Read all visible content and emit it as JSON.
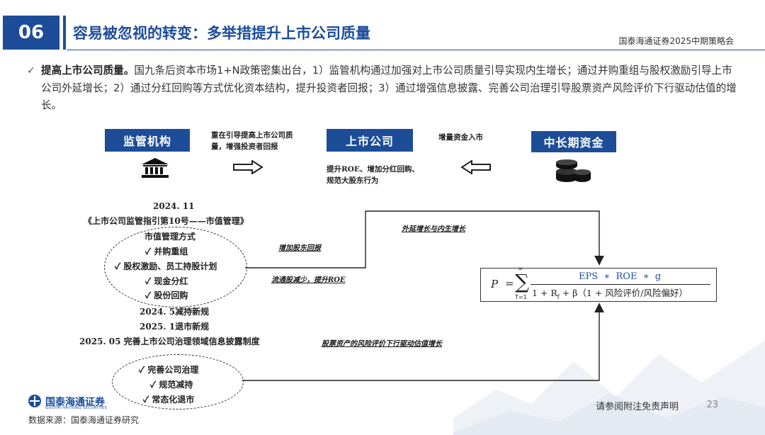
{
  "header": {
    "section_number": "06",
    "title": "容易被忽视的转变：多举措提升上市公司质量",
    "meeting": "国泰海通证券2025中期策略会"
  },
  "bullet": {
    "lead": "提高上市公司质量。",
    "text": "国九条后资本市场1+N政策密集出台，1）监管机构通过加强对上市公司质量引导实现内生增长；通过并购重组与股权激励引导上市公司外延增长；2）通过分红回购等方式优化资本结构，提升投资者回报；3）通过增强信息披露、完善公司治理引导股票资产风险评价下行驱动估值的增长。"
  },
  "diagram": {
    "box_regulator": "监管机构",
    "box_company": "上市公司",
    "box_capital": "中长期资金",
    "reg_to_company_note": "重在引导提高上市公司质量，增强投资者回报",
    "capital_to_company_note": "增量资金入市",
    "company_note": "提升ROE、增加分红回购、规范大股东行为",
    "date_2024_11": "2024. 11",
    "guideline": "《上市公司监管指引第10号——市值管理》",
    "mv_title": "市值管理方式",
    "mv_items": [
      "并购重组",
      "股权激励、员工持股计划",
      "现金分红",
      "股份回购"
    ],
    "date_2024_5": "2024. 5减持新规",
    "date_2025_1": "2025. 1退市新规",
    "date_2025_5": "2025. 05  完善上市公司治理领域信息披露制度",
    "gov_items": [
      "完善公司治理",
      "规范减持",
      "常态化退市"
    ],
    "arrow_label_growth": "外延增长与内生增长",
    "arrow_label_return": "增加股东回报",
    "arrow_label_roe": "流通股减少，提升ROE",
    "arrow_label_risk": "股票资产的风险评价下行驱动估值增长"
  },
  "formula": {
    "lhs": "P",
    "eq": "=",
    "sum_upper": "∞",
    "sum_lower": "T=1",
    "numerator": "EPS  ∗  ROE  ∗  g",
    "denominator": "1 + R",
    "denominator_sub": "f",
    "denominator_rest": " + β（1 + 风险评价/风险偏好）"
  },
  "footer": {
    "logo_name": "国泰海通证券",
    "logo_sub": "GUOTAI HAITONG SECURITIES",
    "disclaimer": "请参阅附注免责声明",
    "page": "23",
    "source": "数据来源：国泰海通证券研究"
  },
  "colors": {
    "brand_blue": "#1d4d99"
  }
}
